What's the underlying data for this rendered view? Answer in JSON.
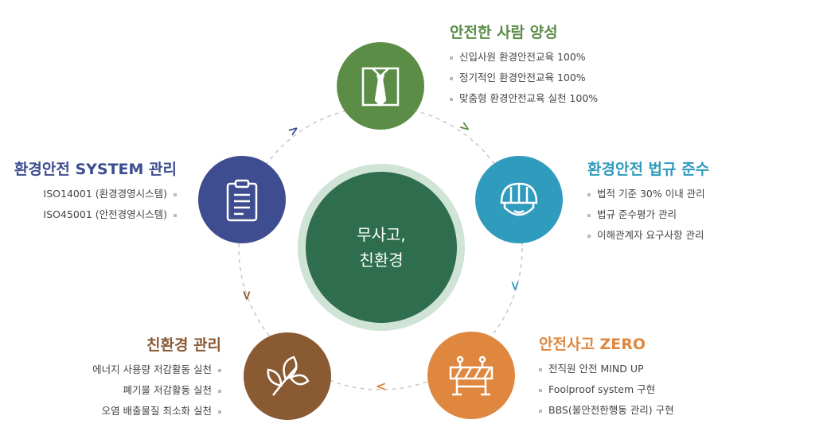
{
  "center": {
    "line1": "무사고,",
    "line2": "친환경"
  },
  "sections": {
    "people": {
      "title": "안전한 사람 양성",
      "color": "#5b8d46",
      "items": [
        "신입사원 환경안전교육 100%",
        "정기적인 환경안전교육 100%",
        "맞춤형 환경안전교육 실천 100%"
      ]
    },
    "law": {
      "title": "환경안전 법규 준수",
      "color": "#2f9bbd",
      "items": [
        "법적 기준 30% 이내 관리",
        "법규 준수평가 관리",
        "이해관계자 요구사항 관리"
      ]
    },
    "zero": {
      "title": "안전사고 ZERO",
      "color": "#e0873f",
      "items": [
        "전직원 안전 MIND UP",
        "Foolproof system 구현",
        "BBS(불안전한행동 관리) 구현"
      ]
    },
    "eco": {
      "title": "친환경 관리",
      "color": "#8a5a33",
      "items": [
        "에너지 사용량 저감활동 실천",
        "폐기물 저감활동 실천",
        "오염 배출물질 최소화 실천"
      ]
    },
    "system": {
      "title": "환경안전 SYSTEM 관리",
      "color": "#3e4d8f",
      "items": [
        "ISO14001 (환경경영시스템)",
        "ISO45001 (안전경영시스템)"
      ]
    }
  },
  "icons": {
    "people": "shirt-tie-icon",
    "law": "hard-hat-icon",
    "zero": "barricade-icon",
    "eco": "leaf-icon",
    "system": "clipboard-icon"
  }
}
